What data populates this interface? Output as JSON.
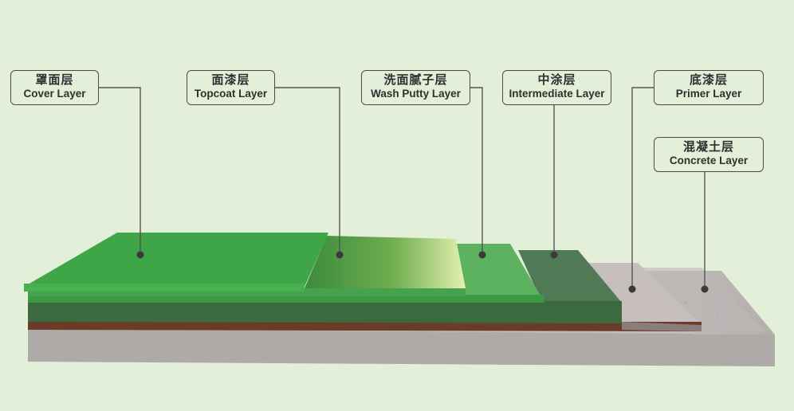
{
  "layers": [
    {
      "id": "cover",
      "cn": "罩面层",
      "en": "Cover Layer"
    },
    {
      "id": "topcoat",
      "cn": "面漆层",
      "en": "Topcoat Layer"
    },
    {
      "id": "wash_putty",
      "cn": "洗面腻子层",
      "en": "Wash Putty Layer"
    },
    {
      "id": "intermediate",
      "cn": "中涂层",
      "en": "Intermediate Layer"
    },
    {
      "id": "primer",
      "cn": "底漆层",
      "en": "Primer Layer"
    },
    {
      "id": "concrete",
      "cn": "混凝土层",
      "en": "Concrete Layer"
    }
  ],
  "colors": {
    "background": "#e3efd9",
    "cover": "#3fa647",
    "topcoat_gradient": [
      "#3b8a3c",
      "#e6f0b0"
    ],
    "wash_putty": "#5cb25e",
    "intermediate": "#4f7a55",
    "primer": "#6b3b2a",
    "concrete": "#b9b5b3",
    "leader": "#555555"
  }
}
